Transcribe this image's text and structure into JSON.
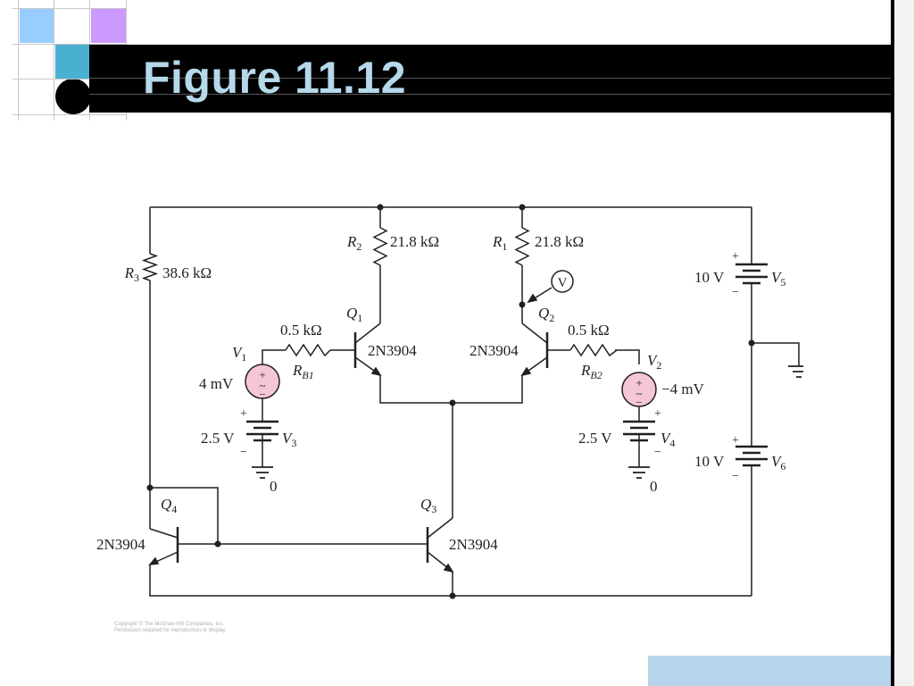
{
  "slide": {
    "title": "Figure 11.12",
    "copyright_line1": "Copyright © The McGraw-Hill Companies, Inc.",
    "copyright_line2": "Permission required for reproduction or display."
  },
  "colors": {
    "title_text": "#b5d8ea",
    "title_bar": "#000000",
    "square_light_blue": "#99ccff",
    "square_purple": "#cc99ff",
    "square_teal": "#4ab0d0",
    "footer_box": "#b7d5ea",
    "source_fill": "#f4c6d8",
    "wire": "#231f20"
  },
  "circuit": {
    "r3": {
      "name": "R",
      "sub": "3",
      "value": "38.6 kΩ"
    },
    "r2": {
      "name": "R",
      "sub": "2",
      "value": "21.8 kΩ"
    },
    "r1": {
      "name": "R",
      "sub": "1",
      "value": "21.8 kΩ"
    },
    "rb1": {
      "name": "R",
      "sub": "B1",
      "value": "0.5 kΩ"
    },
    "rb2": {
      "name": "R",
      "sub": "B2",
      "value": "0.5 kΩ"
    },
    "q1": {
      "name": "Q",
      "sub": "1",
      "model": "2N3904"
    },
    "q2": {
      "name": "Q",
      "sub": "2",
      "model": "2N3904"
    },
    "q3": {
      "name": "Q",
      "sub": "3",
      "model": "2N3904"
    },
    "q4": {
      "name": "Q",
      "sub": "4",
      "model": "2N3904"
    },
    "v1": {
      "name": "V",
      "sub": "1",
      "value": "4 mV"
    },
    "v2": {
      "name": "V",
      "sub": "2",
      "value": "−4 mV"
    },
    "v3": {
      "name": "V",
      "sub": "3",
      "value": "2.5 V"
    },
    "v4": {
      "name": "V",
      "sub": "4",
      "value": "2.5 V"
    },
    "v5": {
      "name": "V",
      "sub": "5",
      "value": "10 V"
    },
    "v6": {
      "name": "V",
      "sub": "6",
      "value": "10 V"
    },
    "probe": "V",
    "ground": "0",
    "plus": "+",
    "minus": "−",
    "tilde": "~"
  }
}
